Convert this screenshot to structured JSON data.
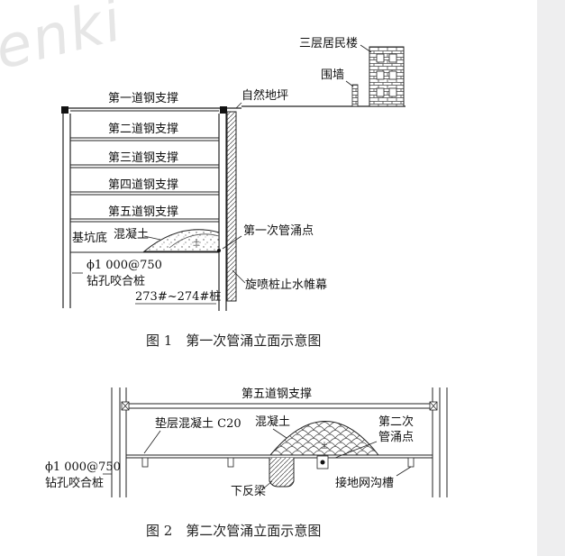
{
  "watermark": "enki",
  "fig1": {
    "caption": "图 1　第一次管涌立面示意图",
    "building": "三层居民楼",
    "wall": "围墙",
    "ground": "自然地坪",
    "supports": [
      "第一道钢支撑",
      "第二道钢支撑",
      "第三道钢支撑",
      "第四道钢支撑",
      "第五道钢支撑"
    ],
    "pit_bottom": "基坑底",
    "concrete": "混凝土",
    "soil_mark": "土",
    "piping_point": "第一次管涌点",
    "pile_spec": "ϕ1 000@750",
    "pile_type": "钻孔咬合桩",
    "pile_number": "273#~274#桩",
    "curtain": "旋喷桩止水帷幕"
  },
  "fig2": {
    "caption": "图 2　第二次管涌立面示意图",
    "support": "第五道钢支撑",
    "cushion": "垫层混凝土 C20",
    "concrete": "混凝土",
    "piping_point_line1": "第二次",
    "piping_point_line2": "管涌点",
    "soil_mark": "土",
    "pile_spec": "ϕ1 000@750",
    "pile_type": "钻孔咬合桩",
    "beam": "下反梁",
    "trench": "接地网沟槽"
  }
}
